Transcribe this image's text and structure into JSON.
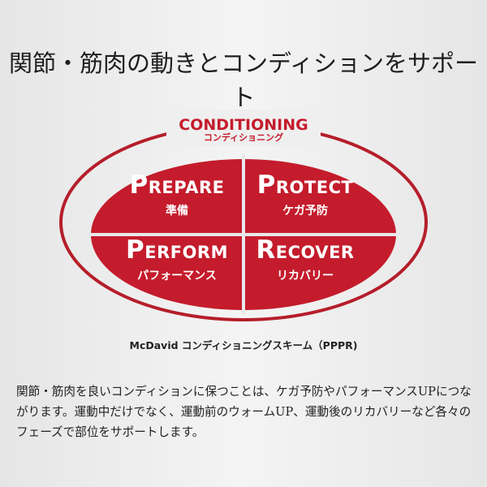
{
  "headline": "関節・筋肉の動きとコンディションをサポート",
  "diagram": {
    "title_en": "CONDITIONING",
    "title_ja": "コンディショニング",
    "quadrants": [
      {
        "en_initial": "P",
        "en_rest": "REPARE",
        "ja": "準備"
      },
      {
        "en_initial": "P",
        "en_rest": "ROTECT",
        "ja": "ケガ予防"
      },
      {
        "en_initial": "P",
        "en_rest": "ERFORM",
        "ja": "パフォーマンス"
      },
      {
        "en_initial": "R",
        "en_rest": "ECOVER",
        "ja": "リカバリー"
      }
    ],
    "caption": "McDavid コンディショニングスキーム（PPPR)",
    "colors": {
      "red": "#c41c2c",
      "outline": "#b51e2a"
    }
  },
  "description": "関節・筋肉を良いコンディションに保つことは、ケガ予防やパフォーマンスUPにつながります。運動中だけでなく、運動前のウォームUP、運動後のリカバリーなど各々のフェーズで部位をサポートします。"
}
